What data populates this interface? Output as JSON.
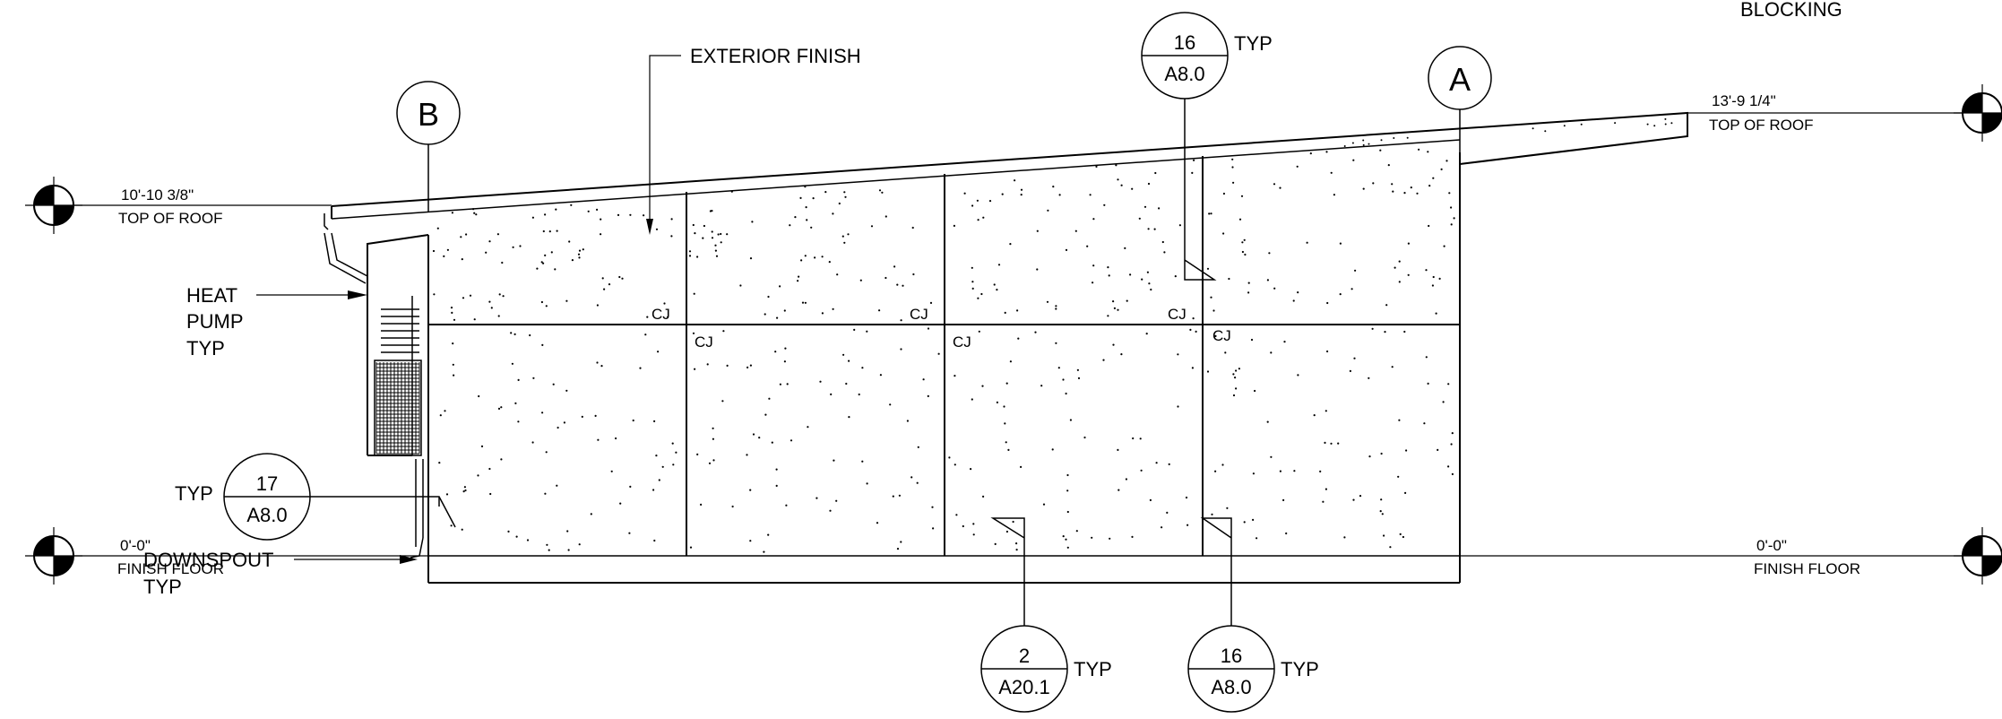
{
  "notes": {
    "blocking": "BLOCKING",
    "exterior_finish": "EXTERIOR FINISH",
    "heat_pump": [
      "HEAT",
      "PUMP",
      "TYP"
    ],
    "downspout": [
      "DOWNSPOUT",
      "TYP"
    ]
  },
  "levels": {
    "left_roof_elev": "10'-10 3/8\"",
    "left_roof_label": "TOP OF ROOF",
    "right_roof_elev": "13'-9 1/4\"",
    "right_roof_label": "TOP OF ROOF",
    "left_floor_elev": "0'-0\"",
    "left_floor_label": "FINISH FLOOR",
    "right_floor_elev": "0'-0\"",
    "right_floor_label": "FINISH FLOOR"
  },
  "grids": {
    "left": "B",
    "right": "A"
  },
  "control_joint": "CJ",
  "details": {
    "top": {
      "number": "16",
      "sheet": "A8.0",
      "suffix": "TYP"
    },
    "left": {
      "number": "17",
      "sheet": "A8.0",
      "prefix": "TYP"
    },
    "bottom_left": {
      "number": "2",
      "sheet": "A20.1",
      "suffix": "TYP"
    },
    "bottom_right": {
      "number": "16",
      "sheet": "A8.0",
      "suffix": "TYP"
    }
  }
}
